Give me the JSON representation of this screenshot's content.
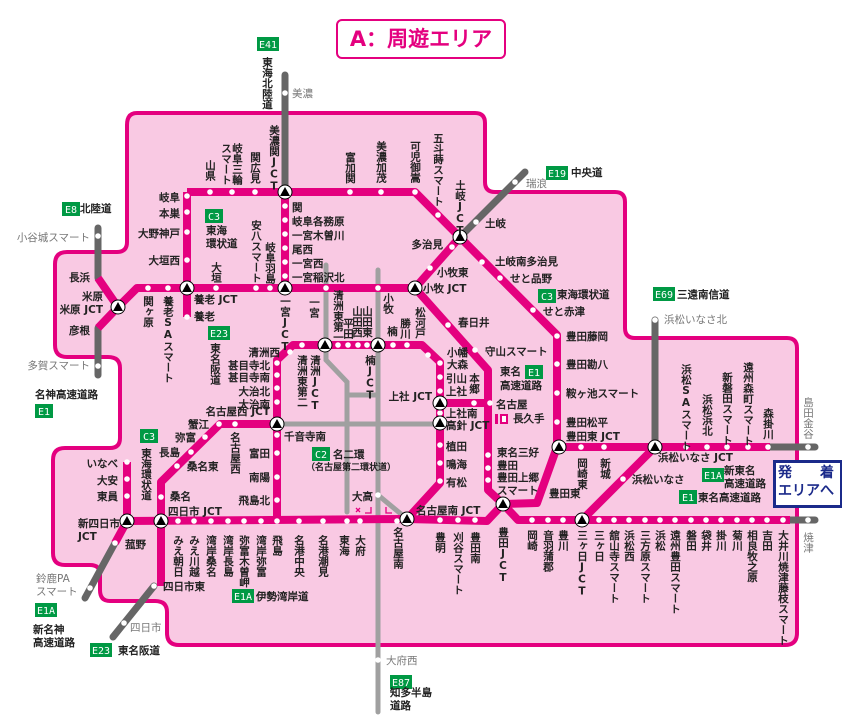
{
  "title": "A：周遊エリア",
  "destination_button": "発　　着\nエリアへ",
  "colors": {
    "route": "#e4007f",
    "area_fill": "#f9c9e3",
    "other_route": "#666666",
    "nagoya_expressway": "#a0a0a0",
    "badge": "#009944",
    "dest_border": "#1b2a8a"
  },
  "smart_ic_icon": "smart-interchange-icon",
  "jct_icon": "junction-triangle-icon",
  "badges": [
    "E41",
    "E19",
    "E8",
    "C3",
    "C3",
    "E69",
    "E1",
    "E23",
    "E1",
    "C3",
    "C2",
    "E1A",
    "E1",
    "E1A",
    "E23",
    "E1A",
    "E87"
  ],
  "labels": [
    "美濃",
    "東海北陸道",
    "山県",
    "岐阜三輪\nスマート",
    "関広見",
    "美濃関JCT",
    "富加関",
    "美濃加茂",
    "可児御嵩",
    "五斗蒔スマート",
    "土岐JCT",
    "土岐",
    "多治見",
    "小牧東",
    "小牧 JCT",
    "土岐南多治見",
    "せと品野",
    "東海環状道",
    "せと赤津",
    "豊田藤岡",
    "豊田勘八",
    "鞍ヶ池スマート",
    "豊田松平",
    "豊田東 JCT",
    "春日井",
    "守山スマート",
    "東名",
    "高速道路",
    "名古屋",
    "長久手",
    "小幡",
    "大森",
    "引山",
    "上社",
    "本郷",
    "上社 JCT",
    "上社南",
    "高針 JCT",
    "植田",
    "鳴海",
    "有松",
    "名古屋南 JCT",
    "東名三好",
    "豊田",
    "豊田上郷\nスマート",
    "豊田東",
    "豊田JCT",
    "岡崎東",
    "新城",
    "浜松いなさ JCT",
    "浜松いなさ",
    "新東名\n高速道路",
    "東名高速道路",
    "浜松SAスマート",
    "浜松浜北",
    "新磐田スマート",
    "遠州森町スマート",
    "森掛川",
    "島田金谷",
    "浜松いなさ北",
    "三遠南信道",
    "中央道",
    "瑞浪",
    "焼津",
    "岡崎",
    "音羽蒲郡",
    "豊川",
    "三ヶ日JCT",
    "三ヶ日",
    "舘山寺スマート",
    "浜松西",
    "三方原スマート",
    "浜松",
    "遠州豊田スマート",
    "磐田",
    "袋井",
    "掛川",
    "菊川",
    "相良牧之原",
    "吉田",
    "大井川焼津藤枝スマート",
    "豊明",
    "刈谷スマート",
    "豊田南",
    "名古屋南",
    "大府",
    "東海",
    "名港潮見",
    "名港中央",
    "飛島",
    "湾岸弥富",
    "弥富木曽岬",
    "湾岸長島",
    "湾岸桑名",
    "みえ川越",
    "みえ朝日",
    "四日市 JCT",
    "桑名",
    "桑名東",
    "長島",
    "弥富",
    "蟹江",
    "名古屋西 JCT",
    "名古屋西",
    "千音寺南",
    "富田",
    "南陽",
    "飛島北",
    "名二環",
    "（名古屋第二環状道）",
    "大高",
    "新四日市\nJCT",
    "菰野",
    "いなべ",
    "大安",
    "東員",
    "四日市東",
    "四日市",
    "東名阪道",
    "新名神\n高速道路",
    "鈴鹿PA\nスマート",
    "東海環状道",
    "伊勢湾岸道",
    "知多半島\n道路",
    "大府西",
    "北陸道",
    "小谷城スマート",
    "長浜",
    "米原\n米原 JCT",
    "彦根",
    "多賀スマート",
    "名神高速道路",
    "岐阜",
    "本巣",
    "大野神戸",
    "大垣西",
    "養老 JCT",
    "養老",
    "東海\n環状道",
    "大垣",
    "安八スマート",
    "岐阜羽島",
    "関ヶ原",
    "養老SAスマート",
    "一宮JCT",
    "一宮",
    "関",
    "岐阜各務原",
    "一宮木曽川",
    "尾西",
    "一宮西",
    "一宮稲沢北",
    "清洲東第一",
    "平田",
    "山田西",
    "山田東",
    "小牧",
    "楠",
    "勝川",
    "松河戸",
    "楠JCT",
    "清洲JCT",
    "清洲東第二",
    "清洲西",
    "甚目寺北",
    "甚目寺南",
    "大治北",
    "大治南",
    "東名阪道"
  ]
}
